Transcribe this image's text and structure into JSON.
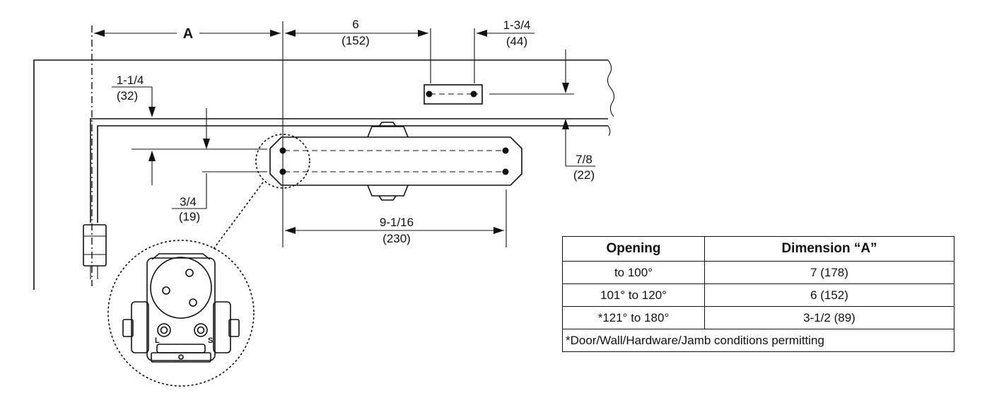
{
  "dimensions": {
    "a_label": "A",
    "d6_in": "6",
    "d6_mm": "(152)",
    "d134_in": "1-3/4",
    "d134_mm": "(44)",
    "d114_in": "1-1/4",
    "d114_mm": "(32)",
    "d78_in": "7/8",
    "d78_mm": "(22)",
    "d34_in": "3/4",
    "d34_mm": "(19)",
    "d916_in": "9-1/16",
    "d916_mm": "(230)"
  },
  "closer_body": {
    "valve_l": "L",
    "valve_s": "S"
  },
  "table": {
    "headers": [
      "Opening",
      "Dimension “A”"
    ],
    "rows": [
      [
        "to 100°",
        "7 (178)"
      ],
      [
        "101° to 120°",
        "6 (152)"
      ],
      [
        "*121° to 180°",
        "3-1/2 (89)"
      ]
    ],
    "footnote": "*Door/Wall/Hardware/Jamb conditions permitting"
  }
}
